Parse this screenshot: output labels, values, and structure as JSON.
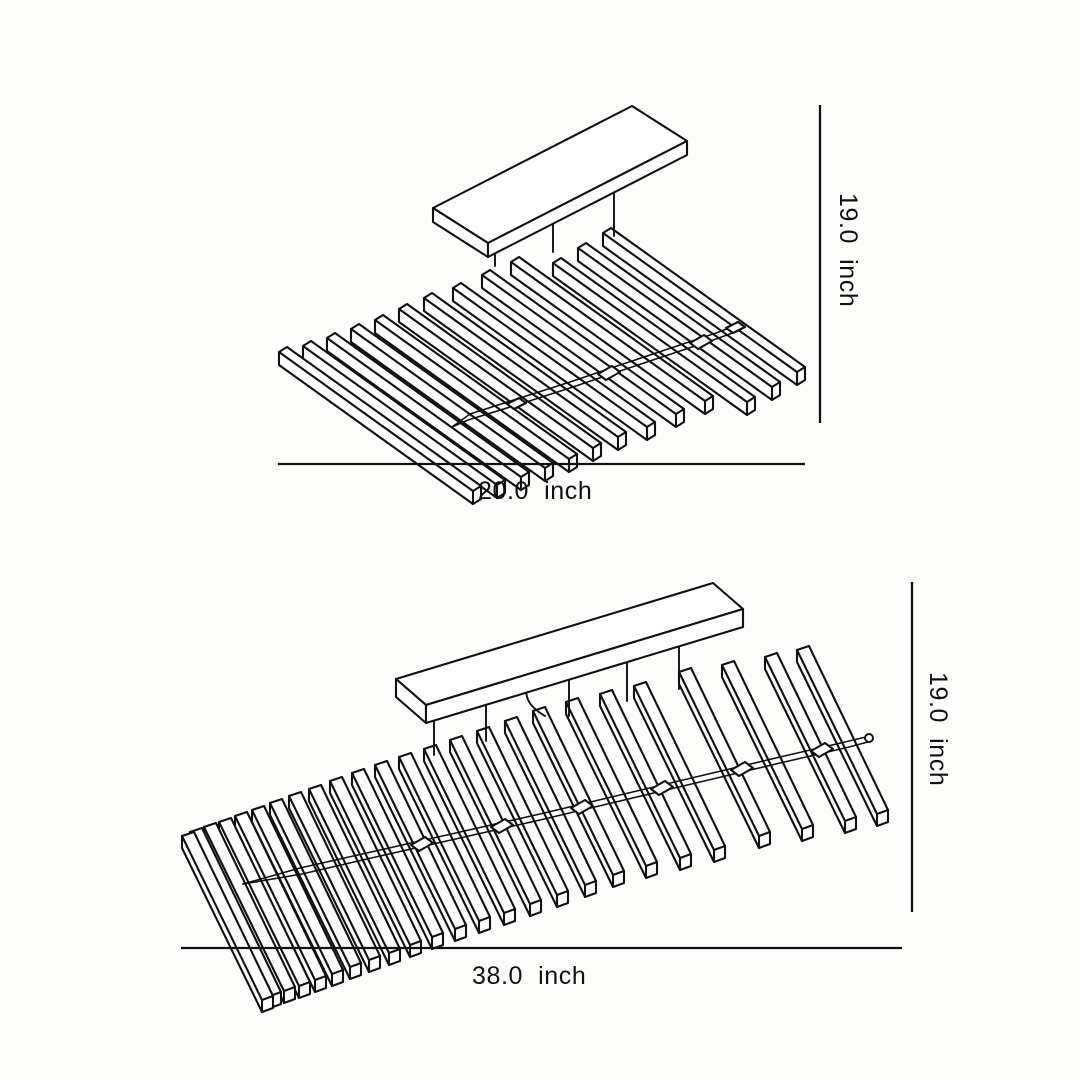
{
  "drawing": {
    "type": "technical-dimension-drawing",
    "subject": "linear-rod-pendant-light-fixture",
    "projection": "isometric",
    "background_color": "#fdfdfb",
    "line_color": "#111111",
    "unit": "inch"
  },
  "views": [
    {
      "id": "view-top",
      "name": "small-fixture",
      "width_label": "20.0  inch",
      "width_value": 20.0,
      "height_label": "19.0  inch",
      "height_value": 19.0,
      "unit": "inch",
      "rod_count": 13,
      "suspension_rod_count": 3,
      "canopy": "rectangular-ceiling-plate"
    },
    {
      "id": "view-bottom",
      "name": "large-fixture",
      "width_label": "38.0  inch",
      "width_value": 38.0,
      "height_label": "19.0  inch",
      "height_value": 19.0,
      "unit": "inch",
      "rod_count": 26,
      "suspension_rod_count": 6,
      "canopy": "rectangular-ceiling-plate"
    }
  ],
  "dimensions": {
    "top_width": "20.0  inch",
    "top_height": "19.0  inch",
    "bottom_width": "38.0  inch",
    "bottom_height": "19.0  inch"
  }
}
